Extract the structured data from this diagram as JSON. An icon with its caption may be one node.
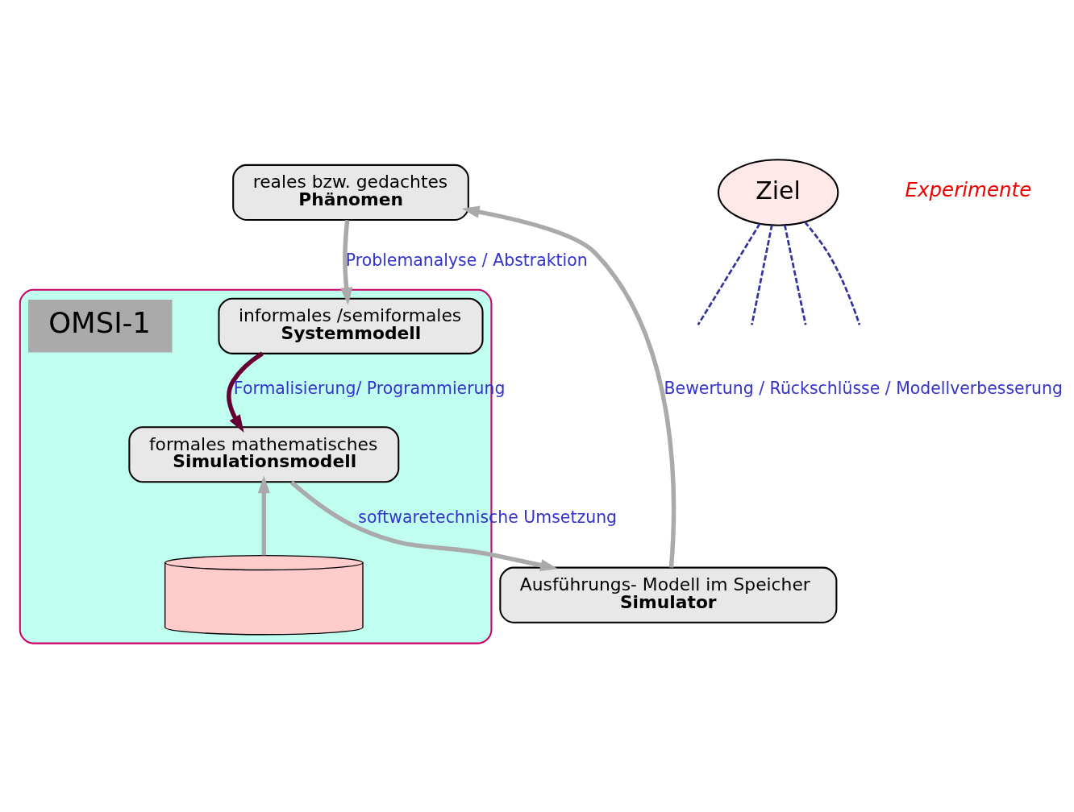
{
  "diagram": {
    "nodes": [
      {
        "text": [],
        "shape": "box"
      },
      {
        "text": [
          "reales bzw. gedachtes",
          "Phänomen"
        ]
      },
      {
        "text": [
          "Ausführungs- Modell im Speicher",
          "Simulator"
        ]
      },
      {
        "text": [
          "Ziel"
        ]
      },
      {
        "text": [
          "informales /semiformales",
          "Systemmodell"
        ],
        "in": 0
      },
      {
        "text": [
          "formales mathematisches",
          "Simulationsmodell"
        ],
        "in": 0
      },
      {
        "text": [
          "OMSI-1"
        ],
        "in": 0
      },
      {
        "text": [],
        "shape": "cylinder",
        "in": 0
      }
    ],
    "edges": [
      {
        "from": 1,
        "to": 4,
        "arrow": "to",
        "label": "Problemanalyse / Abstraktion"
      },
      {
        "from": 4,
        "to": 5,
        "arrow": "to",
        "label": "Formalisierung/ Programmierung",
        "color": "#660033"
      },
      {
        "from": 5,
        "to": 2,
        "arrow": "to",
        "label": "softwaretechnische Umsetzung"
      },
      {
        "from": 2,
        "to": 1,
        "arrow": "to",
        "label": "Bewertung / Rückschlüsse / Modellverbesserung"
      },
      {
        "from": 7,
        "to": 5,
        "arrow": "to"
      },
      {
        "from": 3,
        "to": null,
        "arrow": "none",
        "style": "dashed",
        "color": "#333399"
      },
      {
        "from": 3,
        "to": null,
        "arrow": "none",
        "style": "dashed",
        "color": "#333399"
      },
      {
        "from": 3,
        "to": null,
        "arrow": "none",
        "style": "dashed",
        "color": "#333399"
      },
      {
        "from": 3,
        "to": null,
        "arrow": "none",
        "style": "dashed",
        "color": "#333399"
      }
    ],
    "labels": [
      "Experimente"
    ]
  }
}
